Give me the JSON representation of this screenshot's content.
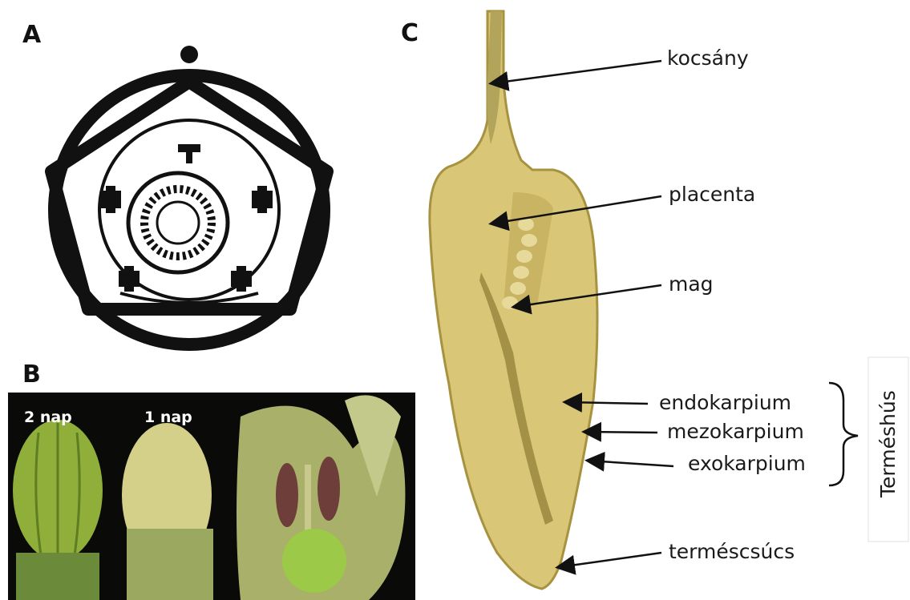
{
  "panels": {
    "a": "A",
    "b": "B",
    "c": "C"
  },
  "panel_b": {
    "stage1": "2 nap",
    "stage2": "1 nap"
  },
  "panel_c": {
    "labels": {
      "kocsany": "kocsány",
      "placenta": "placenta",
      "mag": "mag",
      "endokarpium": "endokarpium",
      "mezokarpium": "mezokarpium",
      "exokarpium": "exokarpium",
      "termescsucs": "terméscsúcs"
    },
    "group_label": "Terméshús"
  },
  "colors": {
    "fruit": "#d9c777",
    "fruit_dark": "#b8a450",
    "photo_bg": "#0a0a08",
    "bud_green": "#8fae3a"
  }
}
